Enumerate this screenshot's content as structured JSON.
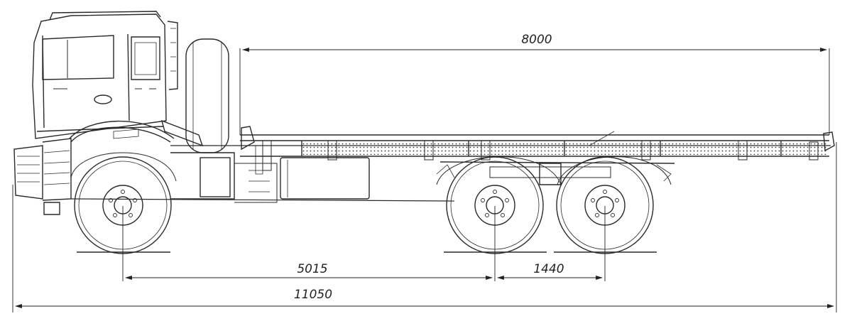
{
  "dimensions": {
    "platform_length": "8000",
    "front_to_rear_axle_center": "5015",
    "rear_axle_spacing": "1440",
    "overall_length": "11050"
  },
  "colors": {
    "line": "#2a2a2a",
    "paper": "#ffffff"
  }
}
